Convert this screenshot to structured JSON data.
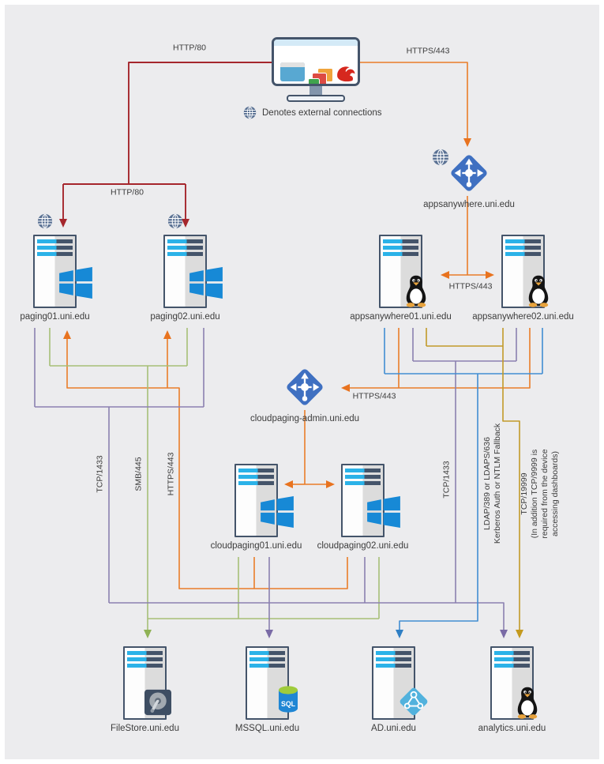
{
  "palette": {
    "background": "#ececee",
    "slate_outline": "#44546a",
    "stripe_cyan": "#2bb2e8",
    "http_red": "#a5262c",
    "https_orange": "#e97d28",
    "smb_green": "#a6bf77",
    "sql_purple": "#8b80b0",
    "ldap_blue": "#418ed2",
    "netdata_yellow": "#c19a28",
    "windows_blue": "#1789d6",
    "traffic_manager_blue": "#3f70c1",
    "ad_blue": "#52b2dd",
    "sql_green_top": "#9fcb3b"
  },
  "legend": {
    "icon": "globe-icon",
    "text": "Denotes external connections"
  },
  "nodes": {
    "tm_appsanywhere": "appsanywhere.uni.edu",
    "paging01": "paging01.uni.edu",
    "paging02": "paging02.uni.edu",
    "appsanywhere01": "appsanywhere01.uni.edu",
    "appsanywhere02": "appsanywhere02.uni.edu",
    "tm_cloudpaging_admin": "cloudpaging-admin.uni.edu",
    "cloudpaging01": "cloudpaging01.uni.edu",
    "cloudpaging02": "cloudpaging02.uni.edu",
    "filestore": "FileStore.uni.edu",
    "mssql": "MSSQL.uni.edu",
    "ad": "AD.uni.edu",
    "analytics": "analytics.uni.edu"
  },
  "edge_labels": {
    "http80_top": "HTTP/80",
    "http80_split": "HTTP/80",
    "https443_top": "HTTPS/443",
    "https443_appsanywhere_pair": "HTTPS/443",
    "https443_admin": "HTTPS/443",
    "https443_paging": "HTTPS/443",
    "smb445": "SMB/445",
    "tcp1433_left": "TCP/1433",
    "tcp1433_right": "TCP/1433",
    "ldap": "LDAP/389 or LDAPS/636\nKerberos Auth or NTLM Fallback",
    "tcp19999": "TCP/19999\n(In addition TCP/9999 is\nrequired from the device\naccessing dashboards)"
  },
  "edges": [
    {
      "from": "client",
      "to": "paging01/paging02",
      "label": "HTTP/80",
      "color": "#a5262c"
    },
    {
      "from": "client",
      "to": "tm_appsanywhere",
      "label": "HTTPS/443",
      "color": "#e97d28"
    },
    {
      "from": "tm_appsanywhere",
      "to": "appsanywhere01/appsanywhere02",
      "label": "HTTPS/443",
      "color": "#e97d28"
    },
    {
      "from": "appsanywhere01/appsanywhere02",
      "to": "tm_cloudpaging_admin",
      "label": "HTTPS/443",
      "color": "#e97d28"
    },
    {
      "from": "tm_cloudpaging_admin",
      "to": "cloudpaging01/cloudpaging02",
      "label": "",
      "color": "#e97d28"
    },
    {
      "from": "cloudpaging01/cloudpaging02",
      "to": "paging01/paging02",
      "label": "HTTPS/443",
      "color": "#e97d28"
    },
    {
      "from": "paging/cloudpaging servers",
      "to": "filestore",
      "label": "SMB/445",
      "color": "#a6bf77"
    },
    {
      "from": "paging/cloudpaging/appsanywhere servers",
      "to": "mssql",
      "label": "TCP/1433",
      "color": "#8b80b0"
    },
    {
      "from": "appsanywhere01/appsanywhere02",
      "to": "ad",
      "label": "LDAP/389 or LDAPS/636 Kerberos Auth or NTLM Fallback",
      "color": "#418ed2"
    },
    {
      "from": "servers",
      "to": "analytics",
      "label": "TCP/1433",
      "color": "#8b80b0"
    },
    {
      "from": "appsanywhere01/appsanywhere02",
      "to": "analytics",
      "label": "TCP/19999 (In addition TCP/9999 is required from the device accessing dashboards)",
      "color": "#c19a28"
    }
  ]
}
